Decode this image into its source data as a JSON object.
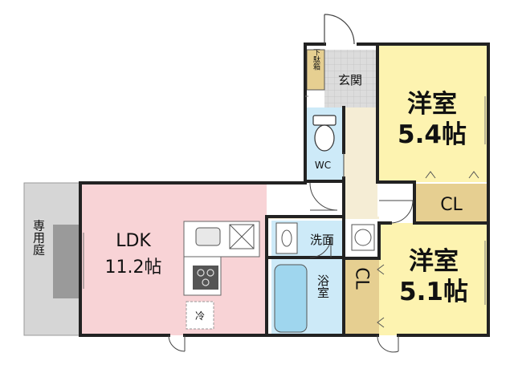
{
  "rooms": {
    "western_top": {
      "name": "洋室",
      "size": "5.4帖"
    },
    "western_bottom": {
      "name": "洋室",
      "size": "5.1帖"
    },
    "ldk": {
      "name": "LDK",
      "size": "11.2帖"
    },
    "entrance": {
      "name": "玄関"
    },
    "shoe_box": {
      "name": "下駄箱"
    },
    "toilet": {
      "name": "WC"
    },
    "washroom": {
      "name": "洗面"
    },
    "bath": {
      "name": "浴室"
    },
    "closet_top": {
      "name": "CL"
    },
    "closet_mid": {
      "name": "CL"
    },
    "garden": {
      "name": "専用庭"
    },
    "fridge": {
      "name": "冷"
    }
  },
  "colors": {
    "western": "#fdf3b0",
    "ldk": "#f8d3d6",
    "closet": "#e6cf91",
    "wet": "#cdeaf8",
    "hall": "#f5edd5",
    "entrance_tile": "#d9d9d9",
    "garden": "#d6d6d6",
    "wall": "#222222"
  }
}
